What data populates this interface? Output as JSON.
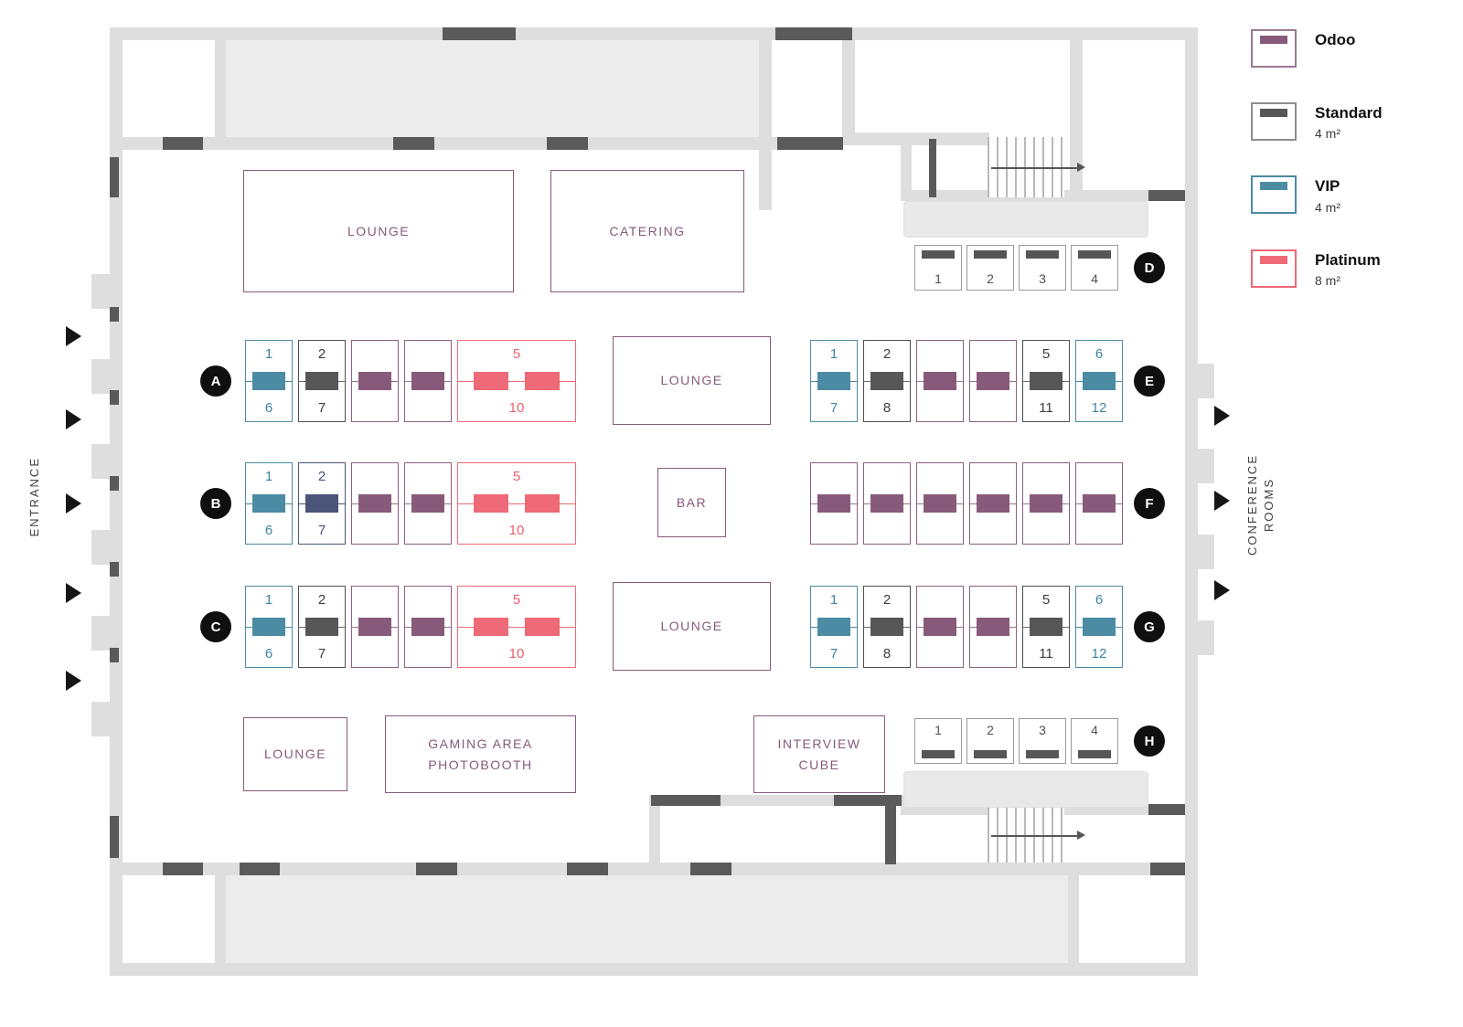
{
  "legend": {
    "items": [
      {
        "label": "Odoo",
        "size": "",
        "type": "odoo"
      },
      {
        "label": "Standard",
        "size": "4 m²",
        "type": "standard"
      },
      {
        "label": "VIP",
        "size": "4 m²",
        "type": "vip"
      },
      {
        "label": "Platinum",
        "size": "8 m²",
        "type": "platinum"
      }
    ]
  },
  "labels": {
    "entrance": "ENTRANCE",
    "conference_rooms_line1": "CONFERENCE",
    "conference_rooms_line2": "ROOMS"
  },
  "areas": [
    {
      "id": "lounge-top",
      "label": "LOUNGE"
    },
    {
      "id": "catering",
      "label": "CATERING"
    },
    {
      "id": "lounge-center-top",
      "label": "LOUNGE"
    },
    {
      "id": "bar",
      "label": "BAR"
    },
    {
      "id": "lounge-center-bottom",
      "label": "LOUNGE"
    },
    {
      "id": "lounge-bottom-left",
      "label": "LOUNGE"
    },
    {
      "id": "gaming-area",
      "label": "GAMING AREA\nPHOTOBOOTH"
    },
    {
      "id": "interview-cube",
      "label": "INTERVIEW\nCUBE"
    }
  ],
  "booth_colors": {
    "odoo": "#875A7B",
    "standard": "#575757",
    "vip": "#4B8BA3",
    "platinum": "#EE6A76",
    "navy": "#4A5578"
  },
  "rows": [
    {
      "id": "A",
      "kind": "island",
      "booths": [
        {
          "type": "vip",
          "top": "1",
          "bottom": "6"
        },
        {
          "type": "standard",
          "top": "2",
          "bottom": "7"
        },
        {
          "type": "odoo"
        },
        {
          "type": "odoo"
        },
        {
          "type": "platinum",
          "top": "5",
          "bottom": "10"
        }
      ]
    },
    {
      "id": "B",
      "kind": "island",
      "booths": [
        {
          "type": "vip",
          "top": "1",
          "bottom": "6"
        },
        {
          "type": "navy",
          "top": "2",
          "bottom": "7"
        },
        {
          "type": "odoo"
        },
        {
          "type": "odoo"
        },
        {
          "type": "platinum",
          "top": "5",
          "bottom": "10"
        }
      ]
    },
    {
      "id": "C",
      "kind": "island",
      "booths": [
        {
          "type": "vip",
          "top": "1",
          "bottom": "6"
        },
        {
          "type": "standard",
          "top": "2",
          "bottom": "7"
        },
        {
          "type": "odoo"
        },
        {
          "type": "odoo"
        },
        {
          "type": "platinum",
          "top": "5",
          "bottom": "10"
        }
      ]
    },
    {
      "id": "D",
      "kind": "strip-top",
      "booths": [
        {
          "label": "1"
        },
        {
          "label": "2"
        },
        {
          "label": "3"
        },
        {
          "label": "4"
        }
      ]
    },
    {
      "id": "E",
      "kind": "island",
      "booths": [
        {
          "type": "vip",
          "top": "1",
          "bottom": "7"
        },
        {
          "type": "standard",
          "top": "2",
          "bottom": "8"
        },
        {
          "type": "odoo"
        },
        {
          "type": "odoo"
        },
        {
          "type": "standard",
          "top": "5",
          "bottom": "11"
        },
        {
          "type": "vip",
          "top": "6",
          "bottom": "12"
        }
      ]
    },
    {
      "id": "F",
      "kind": "island",
      "booths": [
        {
          "type": "odoo"
        },
        {
          "type": "odoo"
        },
        {
          "type": "odoo"
        },
        {
          "type": "odoo"
        },
        {
          "type": "odoo"
        },
        {
          "type": "odoo"
        }
      ]
    },
    {
      "id": "G",
      "kind": "island",
      "booths": [
        {
          "type": "vip",
          "top": "1",
          "bottom": "7"
        },
        {
          "type": "standard",
          "top": "2",
          "bottom": "8"
        },
        {
          "type": "odoo"
        },
        {
          "type": "odoo"
        },
        {
          "type": "standard",
          "top": "5",
          "bottom": "11"
        },
        {
          "type": "vip",
          "top": "6",
          "bottom": "12"
        }
      ]
    },
    {
      "id": "H",
      "kind": "strip-bottom",
      "booths": [
        {
          "label": "1"
        },
        {
          "label": "2"
        },
        {
          "label": "3"
        },
        {
          "label": "4"
        }
      ]
    }
  ]
}
